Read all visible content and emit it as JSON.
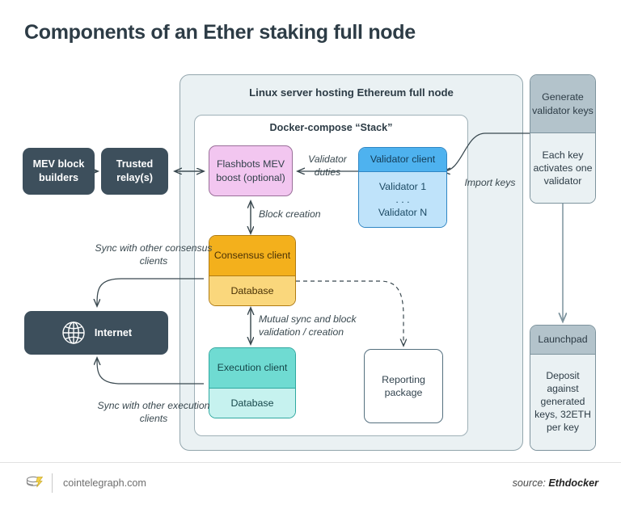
{
  "title": "Components of an Ether staking full node",
  "containers": {
    "server": "Linux server hosting Ethereum full node",
    "stack": "Docker-compose “Stack”"
  },
  "nodes": {
    "mev_builders": "MEV block builders",
    "trusted_relay": "Trusted relay(s)",
    "internet": "Internet",
    "flashbots": "Flashbots MEV boost (optional)",
    "validator_client": {
      "header": "Validator client",
      "first": "Validator 1",
      "ellipsis": ". . .",
      "last": "Validator N"
    },
    "consensus": {
      "header": "Consensus client",
      "sub": "Database"
    },
    "execution": {
      "header": "Execution client",
      "sub": "Database"
    },
    "reporting": {
      "line1": "Reporting",
      "line2": "package"
    },
    "generate_keys": {
      "header": "Generate validator keys",
      "body": "Each key activates one validator"
    },
    "launchpad": {
      "header": "Launchpad",
      "body": "Deposit against generated keys, 32ETH per key"
    }
  },
  "edge_labels": {
    "validator_duties": "Validator duties",
    "block_creation": "Block creation",
    "import_keys": "Import keys",
    "sync_consensus": "Sync with other consensus clients",
    "sync_execution": "Sync with other execution clients",
    "mutual_sync": "Mutual sync and block validation / creation"
  },
  "footer": {
    "site": "cointelegraph.com",
    "source_prefix": "source: ",
    "source_name": "Ethdocker"
  },
  "colors": {
    "dark_node": "#3d4f5c",
    "pink": "#f2c6f0",
    "blue_header": "#4eb2ef",
    "blue_body": "#bfe3fa",
    "amber_header": "#f3b01c",
    "amber_body": "#fad77c",
    "teal_header": "#6fdbd2",
    "teal_body": "#c6f2ef",
    "grey_header": "#b3c3cb",
    "grey_body": "#eaf1f3",
    "panel": "#eaf1f3",
    "stroke": "#55707f"
  }
}
